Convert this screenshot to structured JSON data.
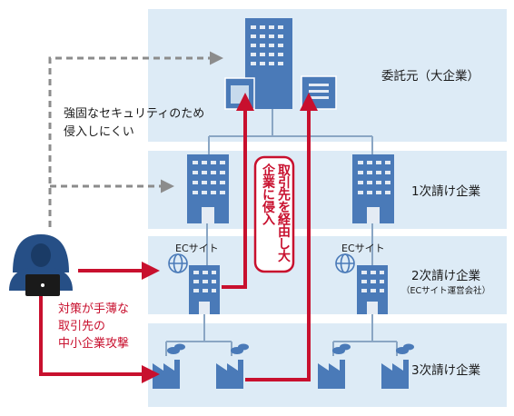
{
  "tiers": {
    "top": "委託元（大企業）",
    "tier1": "1次請け企業",
    "tier2": "2次請け企業",
    "tier2_sub": "（ECサイト運営会社）",
    "tier3": "3次請け企業"
  },
  "notes": {
    "security_line1": "強固なセキュリティのため",
    "security_line2": "侵入しにくい",
    "attack_line1": "対策が手薄な",
    "attack_line2": "取引先の",
    "attack_line3": "中小企業攻撃",
    "via_partner": "取引先を経由し大企業に侵入"
  },
  "ec_label": "ECサイト",
  "colors": {
    "band": "#ddebf6",
    "building": "#4a7ab8",
    "arrow_red": "#c8102e",
    "arrow_gray": "#8c8c8c"
  }
}
